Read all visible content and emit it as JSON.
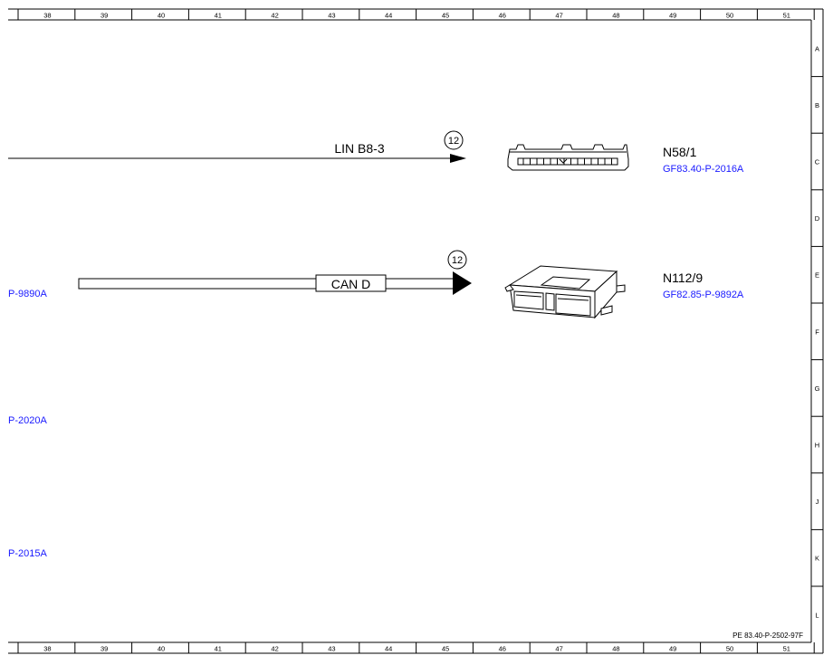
{
  "grid": {
    "columns": [
      "38",
      "39",
      "40",
      "41",
      "42",
      "43",
      "44",
      "45",
      "46",
      "47",
      "48",
      "49",
      "50",
      "51"
    ],
    "rows": [
      "A",
      "B",
      "C",
      "D",
      "E",
      "F",
      "G",
      "H",
      "J",
      "K",
      "L"
    ]
  },
  "signals": {
    "lin": {
      "label": "LIN B8-3",
      "marker": "12"
    },
    "can": {
      "label": "CAN D",
      "marker": "12"
    }
  },
  "components": {
    "n58": {
      "name": "N58/1",
      "ref": "GF83.40-P-2016A"
    },
    "n112": {
      "name": "N112/9",
      "ref": "GF82.85-P-9892A"
    }
  },
  "left_refs": [
    "P-9890A",
    "P-2020A",
    "P-2015A"
  ],
  "footer": {
    "doc_id": "PE 83.40-P-2502-97F"
  },
  "colors": {
    "link": "#1a1aff",
    "line": "#000000"
  }
}
